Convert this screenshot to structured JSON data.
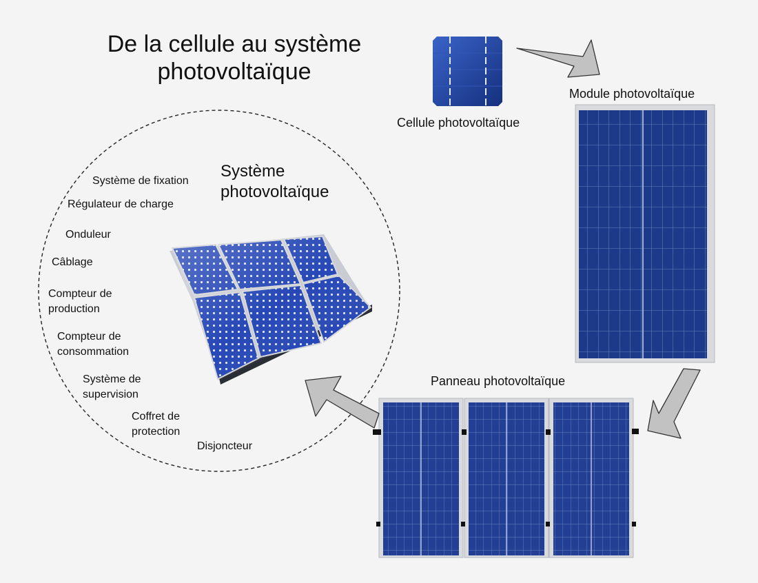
{
  "title": {
    "line1": "De la cellule au système",
    "line2": "photovoltaïque"
  },
  "labels": {
    "cell": "Cellule photovoltaïque",
    "module": "Module photovoltaïque",
    "panel": "Panneau photovoltaïque",
    "system_line1": "Système",
    "system_line2": "photovoltaïque"
  },
  "components": [
    {
      "line1": "Système de fixation",
      "line2": ""
    },
    {
      "line1": "Régulateur de charge",
      "line2": ""
    },
    {
      "line1": "Onduleur",
      "line2": ""
    },
    {
      "line1": "Câblage",
      "line2": ""
    },
    {
      "line1": "Compteur de",
      "line2": "production"
    },
    {
      "line1": "Compteur de",
      "line2": "consommation"
    },
    {
      "line1": "Système de",
      "line2": "supervision"
    },
    {
      "line1": "Coffret de",
      "line2": "protection"
    },
    {
      "line1": "Disjoncteur",
      "line2": ""
    }
  ],
  "colors": {
    "panel_blue": "#1d3a8a",
    "grid_line": "#7d93cc",
    "frame": "#d8dadd",
    "arrow_fill": "#c2c2c2",
    "background": "#f4f4f4"
  }
}
